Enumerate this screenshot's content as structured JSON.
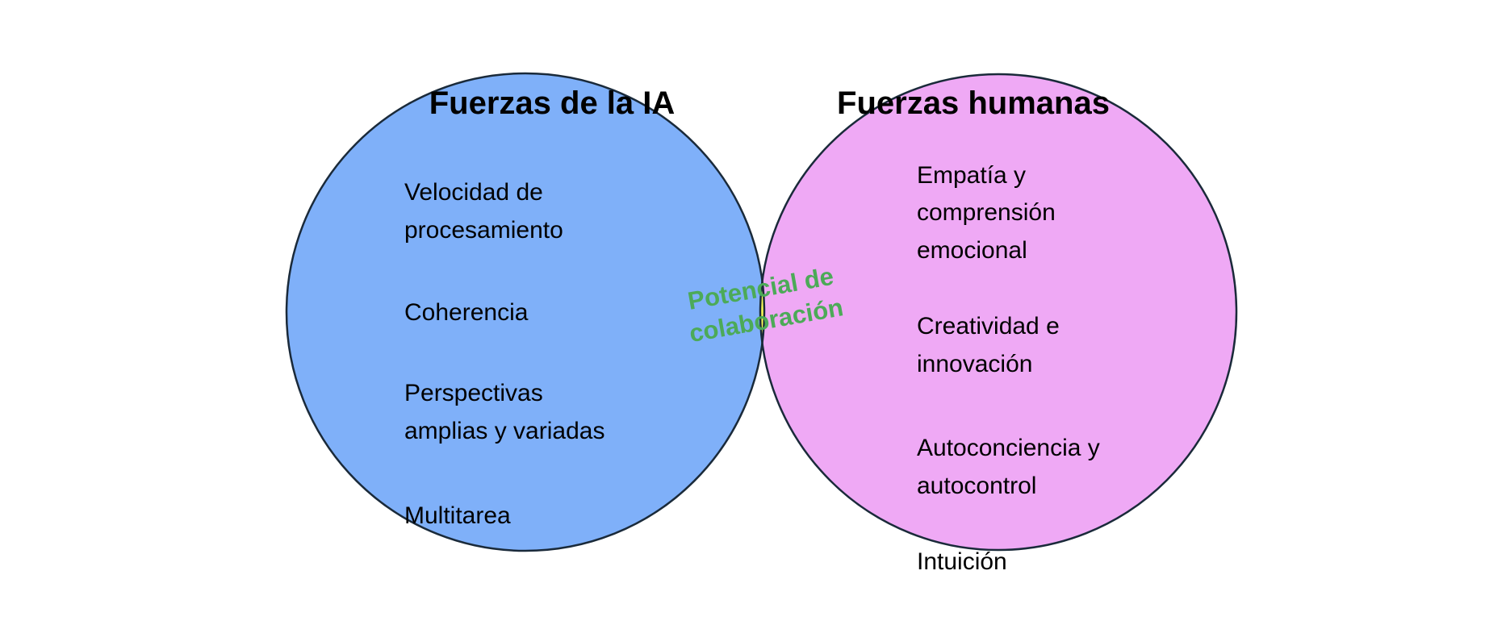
{
  "colors": {
    "left_fill": "#7fb0f9",
    "right_fill": "#efa9f5",
    "overlap_fill": "#ffff55",
    "outline": "#1a2a3a",
    "center_text": "#4caa58"
  },
  "left": {
    "title": "Fuerzas de la IA",
    "items": [
      [
        "Velocidad de",
        "procesamiento"
      ],
      [
        "Coherencia"
      ],
      [
        "Perspectivas",
        "amplias y variadas"
      ],
      [
        "Multitarea"
      ]
    ]
  },
  "right": {
    "title": "Fuerzas humanas",
    "items": [
      [
        "Empatía y",
        "comprensión",
        "emocional"
      ],
      [
        "Creatividad e",
        "innovación"
      ],
      [
        "Autoconciencia y",
        "autocontrol"
      ],
      [
        "Intuición"
      ]
    ]
  },
  "overlap": {
    "lines": [
      "Potencial de",
      "colaboración"
    ]
  }
}
